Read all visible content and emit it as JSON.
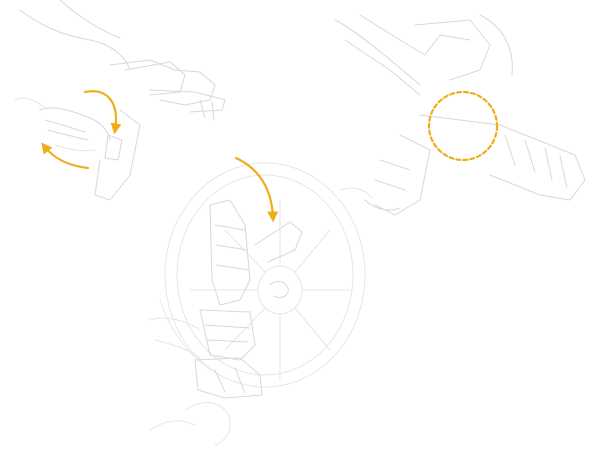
{
  "colors": {
    "accent": "#f0ad1b",
    "line": "#d8d8d8",
    "background": "#ffffff"
  },
  "panels": [
    {
      "id": "step-1",
      "icon": "rotate-pedal-icon",
      "action": "rotate"
    },
    {
      "id": "step-2",
      "icon": "pedal-removal-icon",
      "action": "turn-down"
    },
    {
      "id": "step-3",
      "icon": "pedal-detail-icon",
      "action": "highlight"
    }
  ]
}
